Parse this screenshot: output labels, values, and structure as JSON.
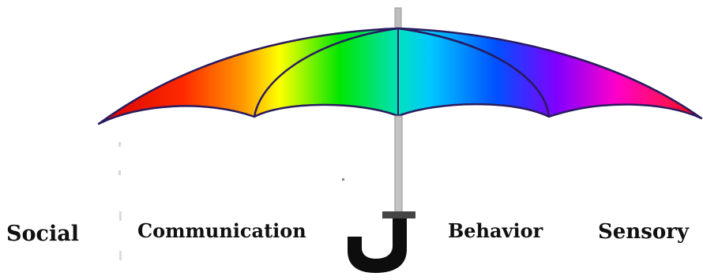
{
  "labels": {
    "social": "Social",
    "communication": "Communication",
    "behavior": "Behavior",
    "sensory": "Sensory"
  },
  "colors": {
    "canopy_gradient": [
      "#e60000",
      "#ff8c00",
      "#ffff00",
      "#00e000",
      "#00c8ff",
      "#0050ff",
      "#8000ff",
      "#ff00c8",
      "#e60000"
    ],
    "outline": "#2a1a5e",
    "shaft": "#b8b8b8",
    "handle": "#111111"
  }
}
